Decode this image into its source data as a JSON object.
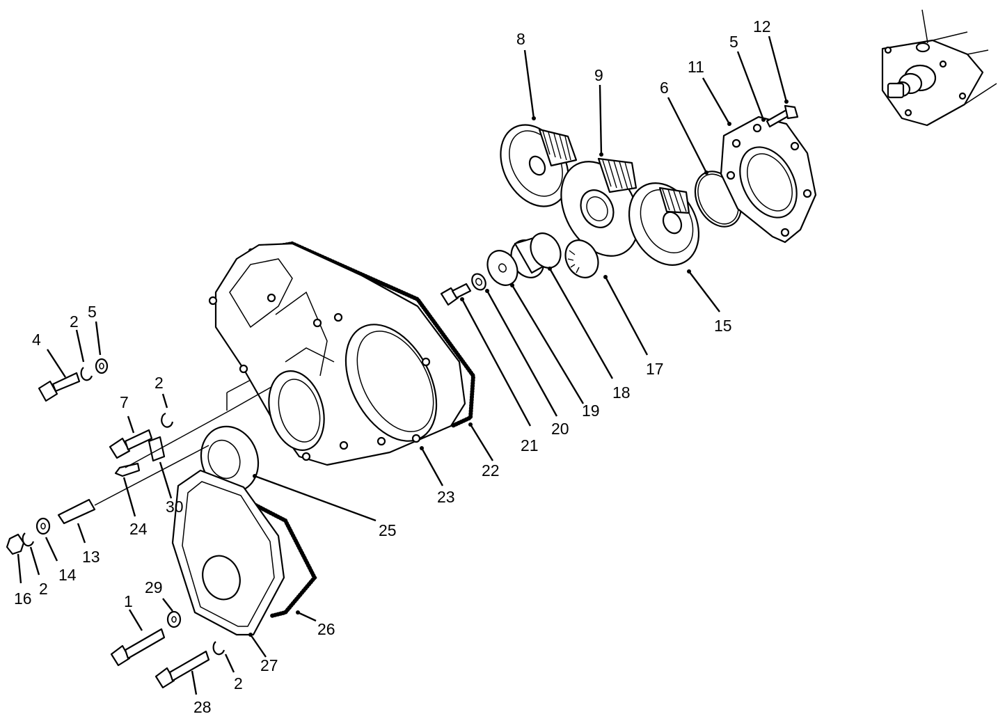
{
  "labels": {
    "l1": "1",
    "l2a": "2",
    "l2b": "2",
    "l2c": "2",
    "l2d": "2",
    "l4": "4",
    "l5a": "5",
    "l5b": "5",
    "l6": "6",
    "l7": "7",
    "l8": "8",
    "l9": "9",
    "l11": "11",
    "l12": "12",
    "l13": "13",
    "l14": "14",
    "l15": "15",
    "l16": "16",
    "l17": "17",
    "l18": "18",
    "l19": "19",
    "l20": "20",
    "l21": "21",
    "l22": "22",
    "l23": "23",
    "l24": "24",
    "l25": "25",
    "l26": "26",
    "l27": "27",
    "l28": "28",
    "l29": "29",
    "l30": "30"
  }
}
